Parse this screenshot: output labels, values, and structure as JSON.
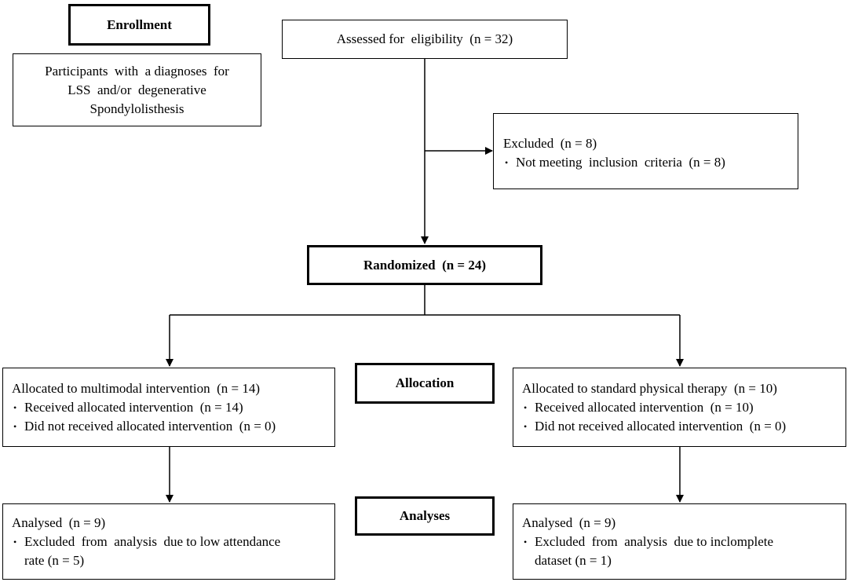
{
  "enrollment": {
    "label": "Enrollment"
  },
  "participants": {
    "lines": [
      "Participants  with  a diagnoses  for",
      "LSS  and/or  degenerative",
      "Spondylolisthesis"
    ]
  },
  "assessed": {
    "label": "Assessed for  eligibility  (n = 32)"
  },
  "excluded": {
    "title": "Excluded  (n = 8)",
    "items": [
      "Not meeting  inclusion  criteria  (n = 8)"
    ]
  },
  "randomized": {
    "label": "Randomized  (n = 24)"
  },
  "allocation": {
    "label": "Allocation"
  },
  "analyses": {
    "label": "Analyses"
  },
  "left_alloc": {
    "title": "Allocated to multimodal intervention  (n = 14)",
    "items": [
      "Received allocated intervention  (n = 14)",
      "Did not received allocated intervention  (n = 0)"
    ]
  },
  "right_alloc": {
    "title": "Allocated to standard physical therapy  (n = 10)",
    "items": [
      "Received allocated intervention  (n = 10)",
      "Did not received allocated intervention  (n = 0)"
    ]
  },
  "left_analysed": {
    "title": "Analysed  (n = 9)",
    "items": [
      "Excluded  from  analysis  due to low attendance"
    ],
    "continuation": "rate (n = 5)"
  },
  "right_analysed": {
    "title": "Analysed  (n = 9)",
    "items": [
      "Excluded  from  analysis  due to inclomplete"
    ],
    "continuation": "dataset (n = 1)"
  }
}
